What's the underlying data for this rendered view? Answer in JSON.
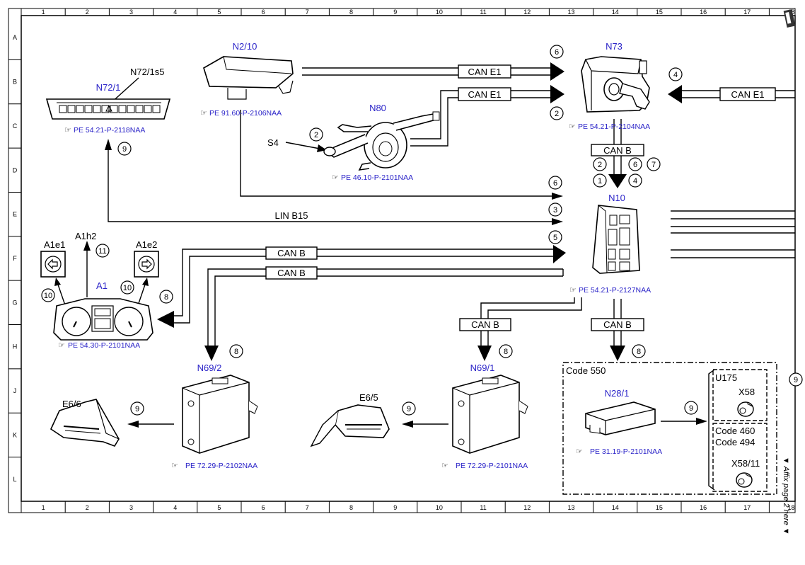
{
  "ruler": {
    "columns": [
      "1",
      "2",
      "3",
      "4",
      "5",
      "6",
      "7",
      "8",
      "9",
      "10",
      "11",
      "12",
      "13",
      "14",
      "15",
      "16",
      "17",
      "18"
    ],
    "rows": [
      "A",
      "B",
      "C",
      "D",
      "E",
      "F",
      "G",
      "H",
      "J",
      "K",
      "L"
    ]
  },
  "components": {
    "n72_1": {
      "label": "N72/1",
      "sub": "N72/1s5",
      "ref": "PE 54.21-P-2118NAA"
    },
    "n2_10": {
      "label": "N2/10",
      "ref": "PE 91.60-P-2106NAA"
    },
    "n80": {
      "label": "N80",
      "sub": "S4",
      "ref": "PE 46.10-P-2101NAA"
    },
    "n73": {
      "label": "N73",
      "ref": "PE 54.21-P-2104NAA"
    },
    "n10": {
      "label": "N10",
      "ref": "PE 54.21-P-2127NAA"
    },
    "a1": {
      "label": "A1",
      "e1": "A1e1",
      "h2": "A1h2",
      "e2": "A1e2",
      "ref": "PE 54.30-P-2101NAA"
    },
    "n69_2": {
      "label": "N69/2",
      "ref": "PE 72.29-P-2102NAA"
    },
    "n69_1": {
      "label": "N69/1",
      "ref": "PE 72.29-P-2101NAA"
    },
    "e6_6": {
      "label": "E6/6"
    },
    "e6_5": {
      "label": "E6/5"
    },
    "n28_1": {
      "label": "N28/1",
      "ref": "PE 31.19-P-2101NAA"
    },
    "u175": {
      "label": "U175"
    },
    "x58": {
      "label": "X58"
    },
    "x58_11": {
      "label": "X58/11"
    }
  },
  "codes": {
    "c550": "Code 550",
    "c460": "Code 460",
    "c494": "Code 494"
  },
  "buses": {
    "can_e1": "CAN E1",
    "can_b": "CAN B",
    "lin_b15": "LIN B15"
  },
  "markers": {
    "m6a": "6",
    "m2a": "2",
    "m4a": "4",
    "m2b": "2",
    "m9a": "9",
    "m2c": "2",
    "m6b": "6",
    "m7": "7",
    "m1": "1",
    "m4b": "4",
    "m6c": "6",
    "m3": "3",
    "m5": "5",
    "m11": "11",
    "m10a": "10",
    "m10b": "10",
    "m8a": "8",
    "m8b": "8",
    "m8c": "8",
    "m8d": "8",
    "m9b": "9",
    "m9c": "9",
    "m9d": "9",
    "m9e": "9"
  },
  "side_note": "▼ Affix page 2 here ▼"
}
